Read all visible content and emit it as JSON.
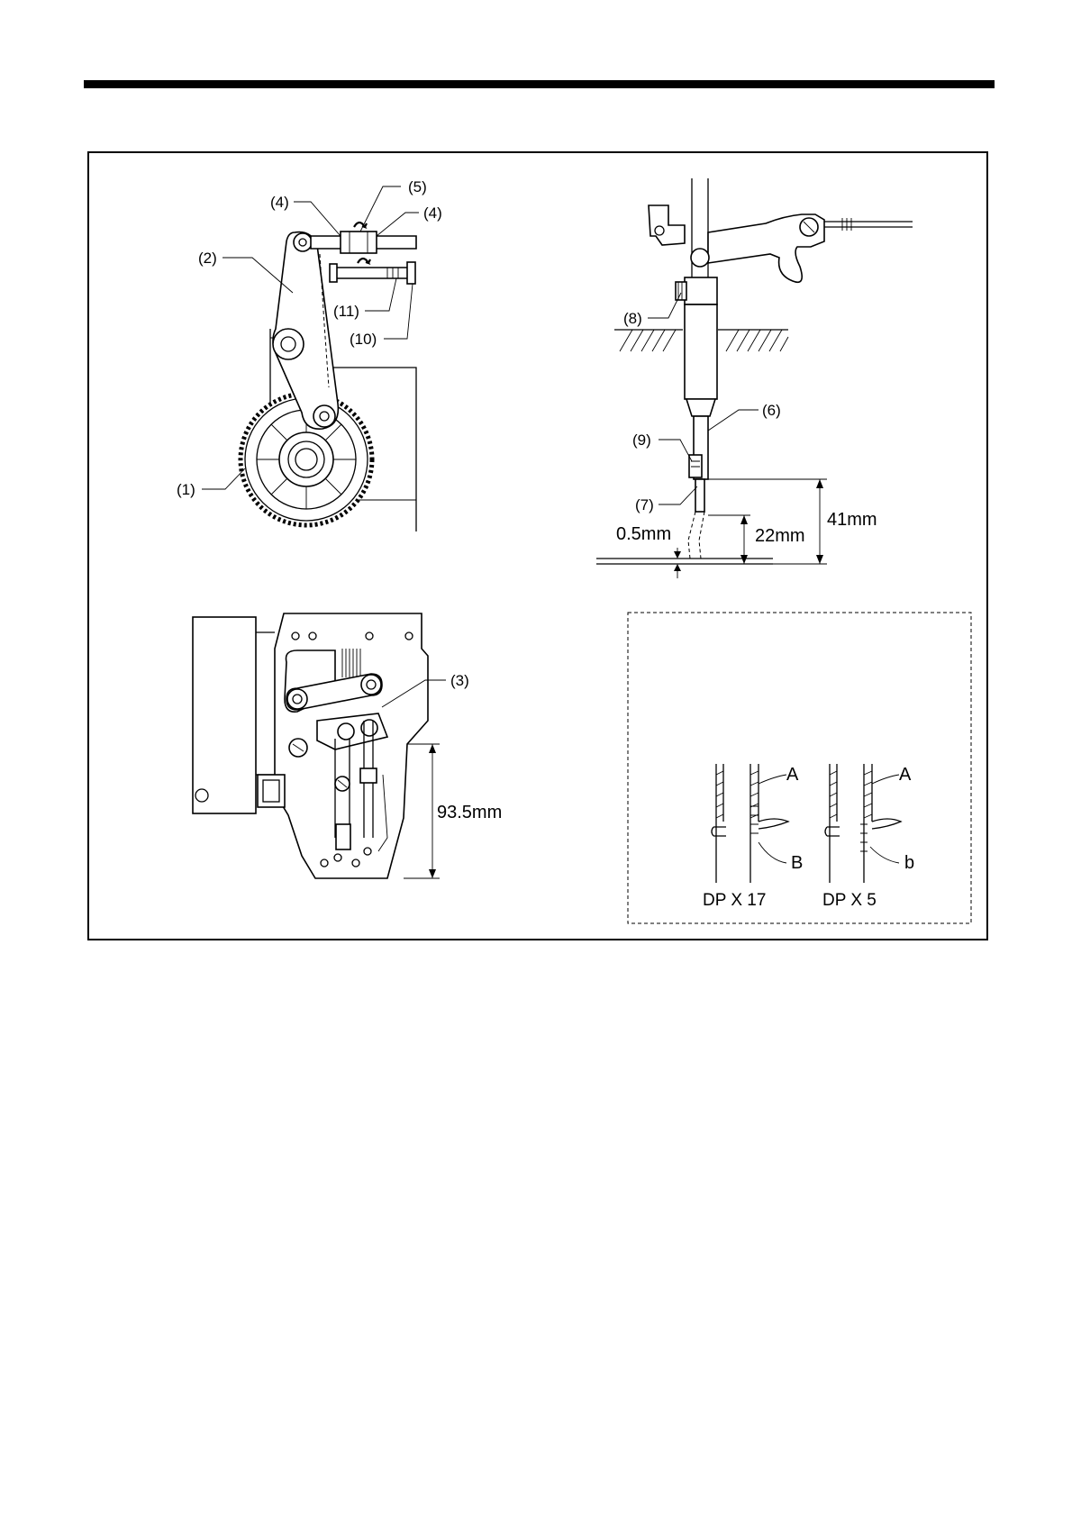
{
  "figure_1": {
    "callouts": {
      "c4a": "(4)",
      "c5": "(5)",
      "c4b": "(4)",
      "c2": "(2)",
      "c11": "(11)",
      "c10": "(10)",
      "c1": "(1)"
    }
  },
  "figure_2": {
    "callouts": {
      "c8": "(8)",
      "c6": "(6)",
      "c9": "(9)",
      "c7": "(7)"
    },
    "dimensions": {
      "d1": "41mm",
      "d2": "22mm",
      "d3": "0.5mm"
    }
  },
  "figure_3": {
    "callouts": {
      "c3": "(3)"
    },
    "dimensions": {
      "d1": "93.5mm"
    }
  },
  "figure_4": {
    "needle_left": {
      "upper": "A",
      "lower": "B",
      "caption": "DP X 17"
    },
    "needle_right": {
      "upper": "A",
      "lower": "b",
      "caption": "DP X 5"
    }
  }
}
